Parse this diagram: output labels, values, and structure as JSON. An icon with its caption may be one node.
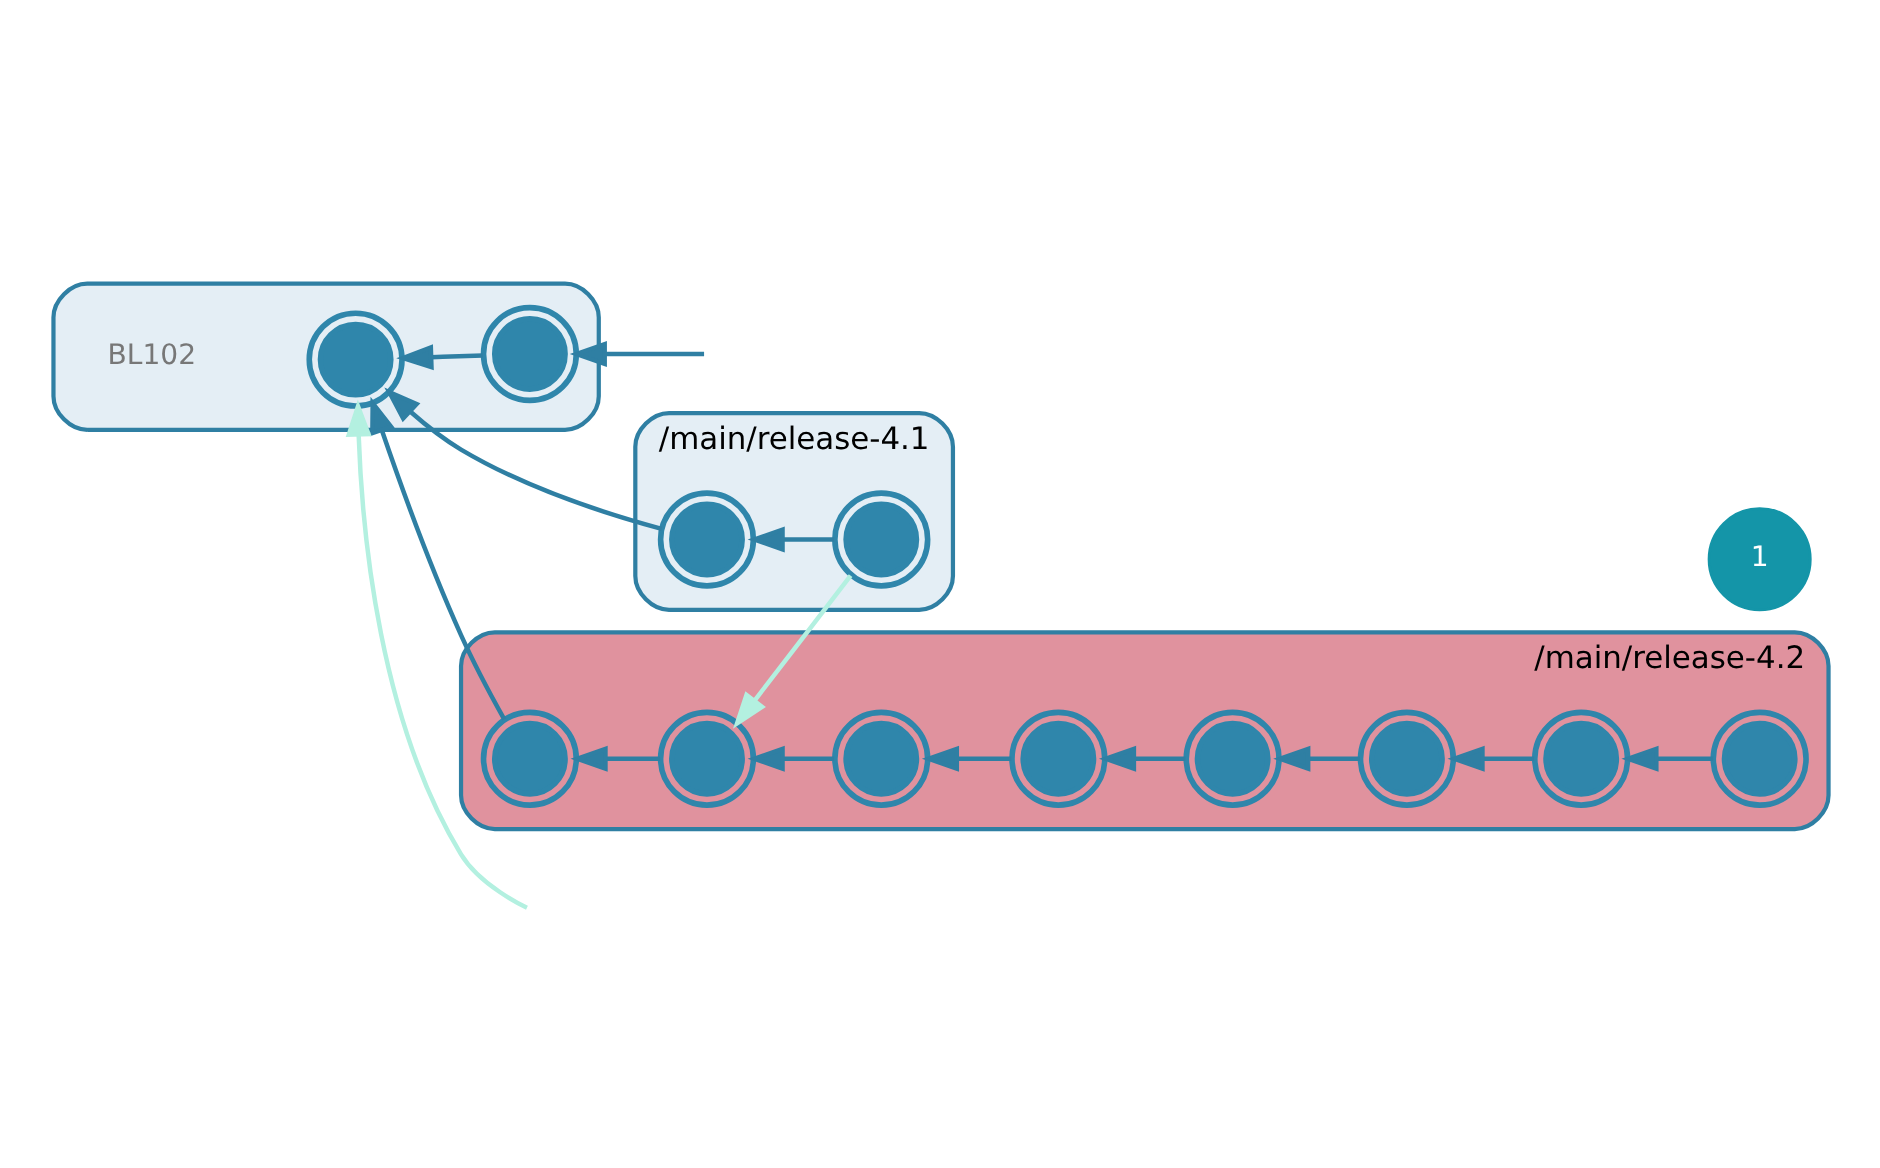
{
  "diagram": {
    "nodes": [
      {
        "text": [],
        "shape": "bar"
      },
      {
        "text": [],
        "shape": "circle",
        "in": 0,
        "beside": [
          "BL102"
        ]
      },
      {
        "text": [],
        "shape": "circle",
        "in": 0
      },
      {
        "text": [
          "/main/release-4.1"
        ]
      },
      {
        "text": [],
        "shape": "circle",
        "in": 3
      },
      {
        "text": [],
        "shape": "circle",
        "in": 3
      },
      {
        "text": [
          "/main/release-4.2"
        ]
      },
      {
        "text": [],
        "shape": "circle",
        "in": 6
      },
      {
        "text": [],
        "shape": "circle",
        "in": 6
      },
      {
        "text": [],
        "shape": "circle",
        "in": 6
      },
      {
        "text": [],
        "shape": "circle",
        "in": 6
      },
      {
        "text": [],
        "shape": "circle",
        "in": 6
      },
      {
        "text": [],
        "shape": "circle",
        "in": 6
      },
      {
        "text": [],
        "shape": "circle",
        "in": 6
      },
      {
        "text": [],
        "shape": "circle",
        "in": 6
      }
    ],
    "edges": [
      {
        "from": null,
        "to": 2,
        "arrow": "to"
      },
      {
        "from": 2,
        "to": 1,
        "arrow": "to"
      },
      {
        "from": null,
        "to": 1,
        "arrow": "to",
        "color": "#b3f0e0"
      },
      {
        "from": 4,
        "to": 1,
        "arrow": "to"
      },
      {
        "from": 7,
        "to": 1,
        "arrow": "to"
      },
      {
        "from": 5,
        "to": 4,
        "arrow": "to"
      },
      {
        "from": 5,
        "to": 8,
        "arrow": "to",
        "color": "#b3f0e0"
      },
      {
        "from": 8,
        "to": 7,
        "arrow": "to"
      },
      {
        "from": 9,
        "to": 8,
        "arrow": "to"
      },
      {
        "from": 10,
        "to": 9,
        "arrow": "to"
      },
      {
        "from": 11,
        "to": 10,
        "arrow": "to"
      },
      {
        "from": 12,
        "to": 11,
        "arrow": "to"
      },
      {
        "from": 13,
        "to": 12,
        "arrow": "to"
      },
      {
        "from": 14,
        "to": 13,
        "arrow": "to"
      }
    ],
    "labels": [
      "1"
    ]
  }
}
